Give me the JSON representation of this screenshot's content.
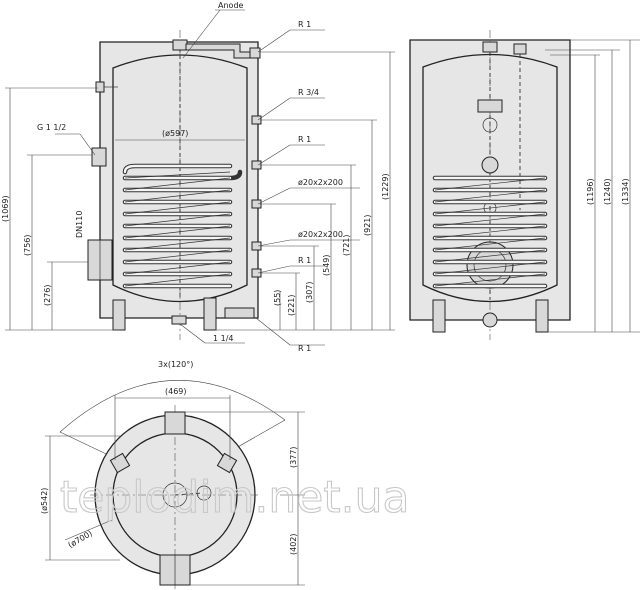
{
  "labels": {
    "anode": "Anode",
    "r1_top": "R 1",
    "r34": "R 3/4",
    "g112": "G 1 1/2",
    "r1_mid": "R 1",
    "coil1": "ø20x2x200",
    "coil2": "ø20x2x200",
    "r1_low": "R 1",
    "r114": "1 1/4",
    "r1_bottom": "R 1",
    "dn110": "DN110",
    "inner_dia": "(ø597)"
  },
  "dims_front": {
    "d1069": "(1069)",
    "d756": "(756)",
    "d276": "(276)",
    "d55": "(55)",
    "d221": "(221)",
    "d307": "(307)",
    "d549": "(549)",
    "d721": "(721)",
    "d921": "(921)",
    "d1229": "(1229)"
  },
  "dims_side": {
    "d1196": "(1196)",
    "d1240": "(1240)",
    "d1334": "(1334)"
  },
  "dims_top": {
    "angle": "3x(120°)",
    "d469": "(469)",
    "d542": "(ø542)",
    "d700": "(ø700)",
    "d377": "(377)",
    "d402": "(402)"
  },
  "watermark": "teplodim.net.ua"
}
